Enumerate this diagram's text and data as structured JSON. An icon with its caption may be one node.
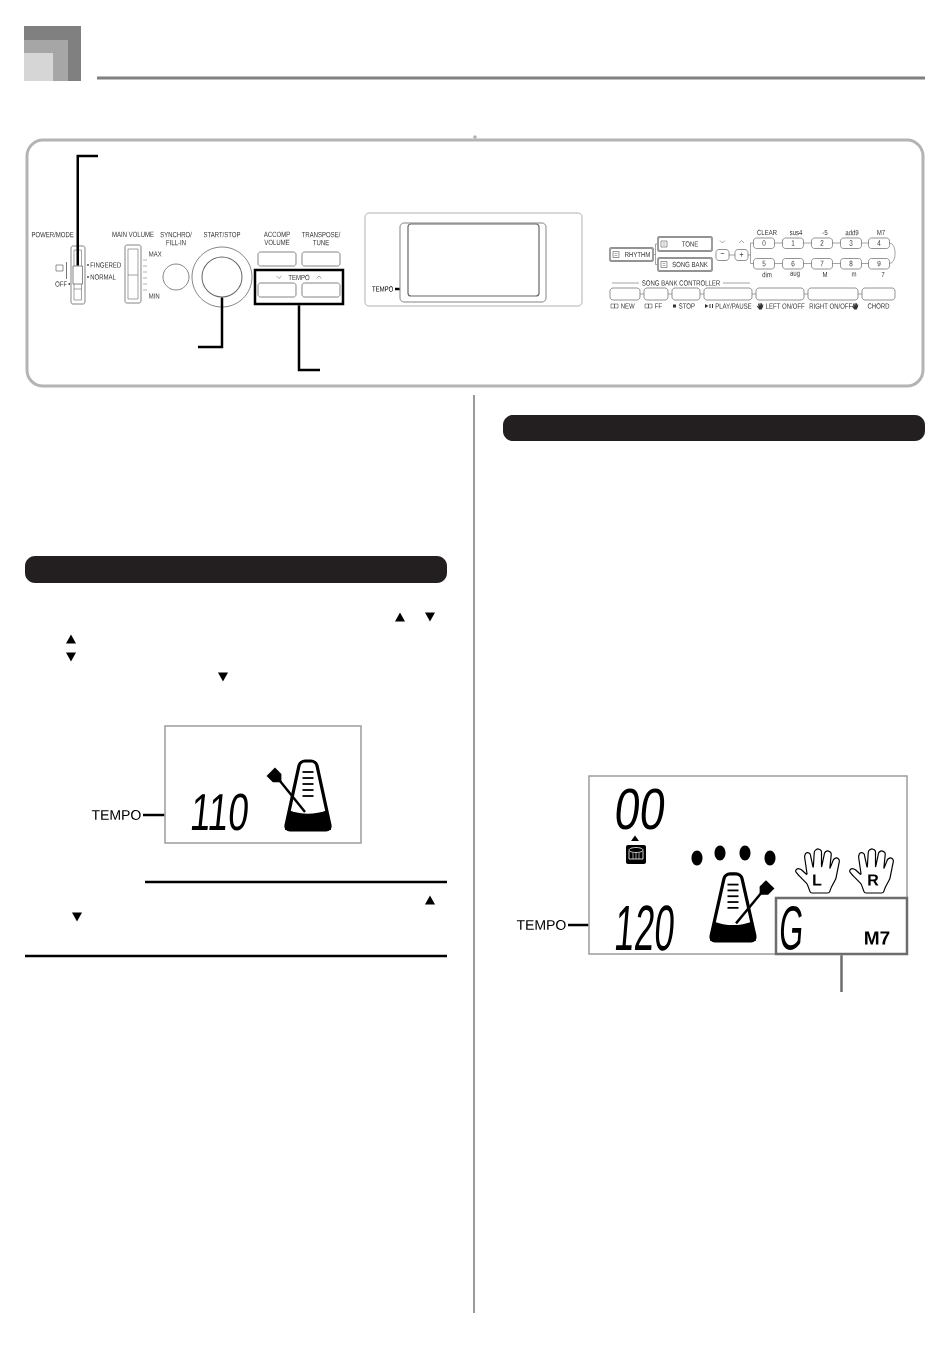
{
  "diagram": {
    "nodes": [
      {
        "text": [],
        "shape": "box"
      },
      {
        "text": [],
        "shape": "circle"
      },
      {
        "text": [
          "TEMPO"
        ]
      },
      {
        "text": [
          "TEMPO"
        ]
      },
      {
        "text": [],
        "shape": "box"
      },
      {
        "text": [],
        "shape": "bar"
      },
      {
        "text": [
          "TEMPO"
        ]
      },
      {
        "text": [
          "110"
        ]
      },
      {
        "text": [],
        "shape": "bar"
      },
      {
        "text": [
          "TEMPO"
        ]
      },
      {
        "text": [
          "00",
          "120"
        ]
      },
      {
        "text": [
          "G",
          "M7"
        ],
        "in": 10
      }
    ],
    "edges": [
      {
        "from": null,
        "to": 0,
        "arrow": "none"
      },
      {
        "from": null,
        "to": 1,
        "arrow": "none"
      },
      {
        "from": null,
        "to": 2,
        "arrow": "none"
      },
      {
        "from": 3,
        "to": 4,
        "arrow": "none"
      },
      {
        "from": 6,
        "to": 7,
        "arrow": "none"
      },
      {
        "from": 9,
        "to": 10,
        "arrow": "none"
      },
      {
        "from": 11,
        "to": null,
        "arrow": "none",
        "color": "#6d6d6d"
      }
    ],
    "labels": [
      "POWER/MODE",
      "MAIN VOLUME",
      "SYNCHRO/ FILL-IN",
      "START/STOP",
      "ACCOMP VOLUME",
      "TRANSPOSE/ TUNE",
      "MAX",
      "FINGERED",
      "NORMAL",
      "OFF",
      "MIN",
      "CLEAR",
      "sus4",
      "-5",
      "add9",
      "M7",
      "TONE",
      "RHYTHM",
      "−",
      "+",
      "0",
      "1",
      "2",
      "3",
      "4",
      "SONG BANK",
      "5",
      "6",
      "7",
      "8",
      "9",
      "dim",
      "aug",
      "M",
      "m",
      "7",
      "SONG BANK CONTROLLER",
      "NEW",
      "FF",
      "STOP",
      "PLAY/PAUSE",
      "LEFT ON/OFF",
      "RIGHT ON/OFF",
      "CHORD",
      "L",
      "R"
    ]
  }
}
